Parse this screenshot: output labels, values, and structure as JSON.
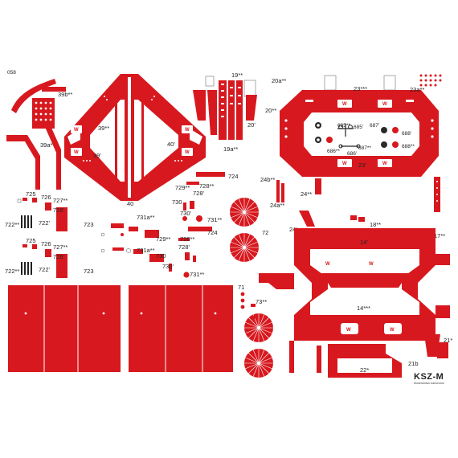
{
  "sheet": {
    "page_number": "058",
    "logo": "KSZ-M",
    "logo_subtitle": "Modelarstwo kartonowe"
  },
  "parts": {
    "p39b": "39b**",
    "p39": "39**",
    "p39a": "39a*",
    "p39p": "39'",
    "p40": "40'",
    "p40n": "40",
    "p19": "19**",
    "p20a": "20a**",
    "p20": "20**",
    "p20p": "20'",
    "p19a": "19a**",
    "p23": "23***",
    "p23a": "23a**",
    "p23p": "23'",
    "p685": "685**",
    "p685p": "685'",
    "p687": "687'",
    "p688": "688'",
    "p686": "686**",
    "p686p": "686'",
    "p687b": "687**",
    "p688b": "688**",
    "p24b": "24b**",
    "p24": "24**",
    "p24a": "24a**",
    "p24p": "24'",
    "p18": "18**",
    "p17": "17**",
    "p14": "14'",
    "p14b": "14***",
    "p725": "725",
    "p726": "726",
    "p727": "727**",
    "p726p": "726'",
    "p722": "722**",
    "p722p": "722'",
    "p723": "723",
    "p725b": "725",
    "p726b": "726",
    "p727b": "727**",
    "p726pb": "726'",
    "p722b": "722**",
    "p722pb": "722'",
    "p723b": "723",
    "p729": "729**",
    "p728": "728**",
    "p724": "724",
    "p728p": "728'",
    "p730": "730",
    "p730p": "730'",
    "p731a": "731a**",
    "p731": "731**",
    "p72": "72",
    "p729b": "729**",
    "p728b": "728**",
    "p724b": "724",
    "p728pb": "728'",
    "p731ab": "731a**",
    "p730b": "730",
    "p730pb": "730'",
    "p731b": "731**",
    "p71": "71",
    "p73": "73**",
    "p22": "22*",
    "p21b": "21b",
    "p21": "21*",
    "w": "W"
  }
}
